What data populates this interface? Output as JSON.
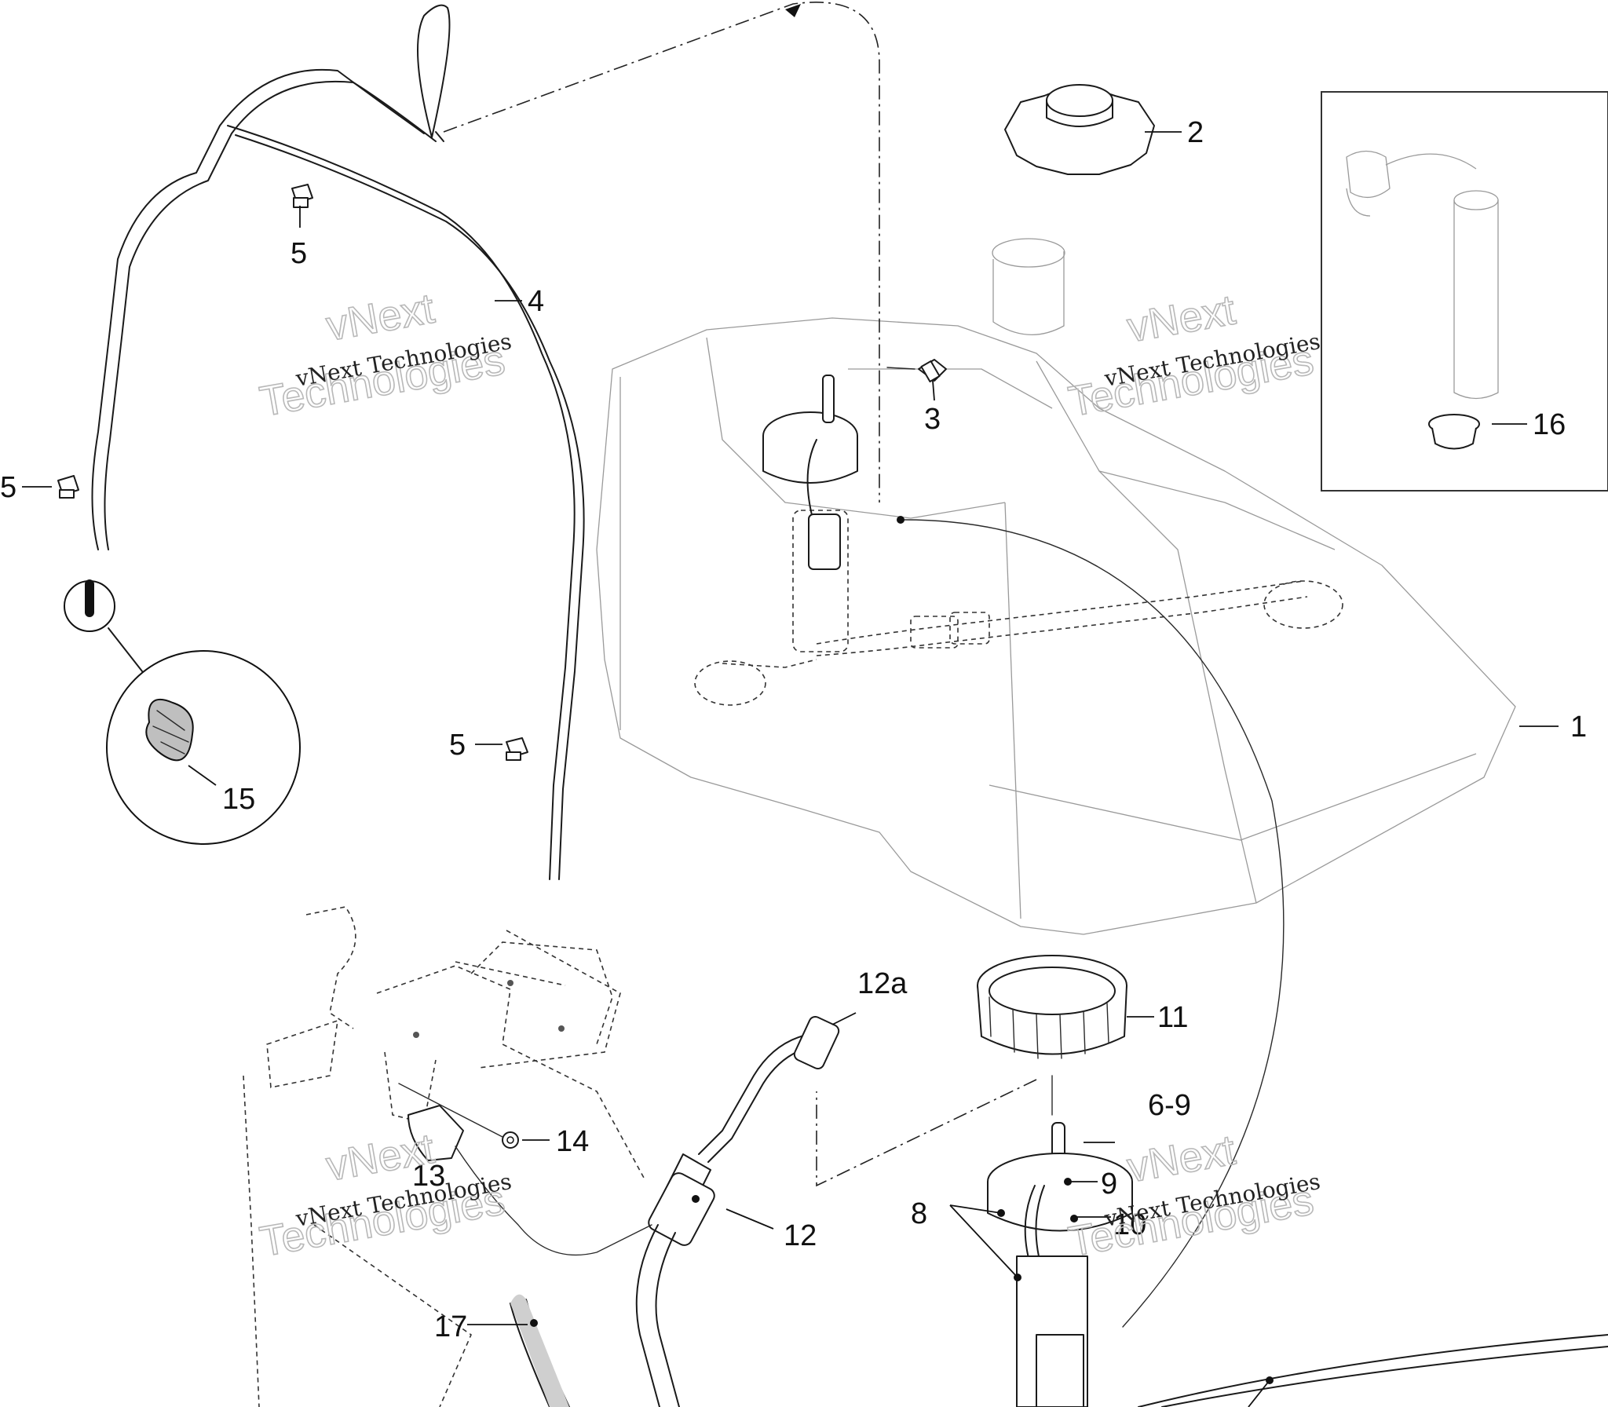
{
  "callouts": {
    "c1": "1",
    "c2": "2",
    "c3": "3",
    "c4": "4",
    "c5a": "5",
    "c5b": "5",
    "c5c": "5",
    "c6_9": "6-9",
    "c8": "8",
    "c9": "9",
    "c10": "10",
    "c11": "11",
    "c12": "12",
    "c12a": "12a",
    "c13": "13",
    "c14": "14",
    "c15": "15",
    "c16": "16",
    "c17": "17"
  },
  "watermark": {
    "line1": "vNext Technologies",
    "brand": "vNext",
    "sub": "Technologies"
  }
}
